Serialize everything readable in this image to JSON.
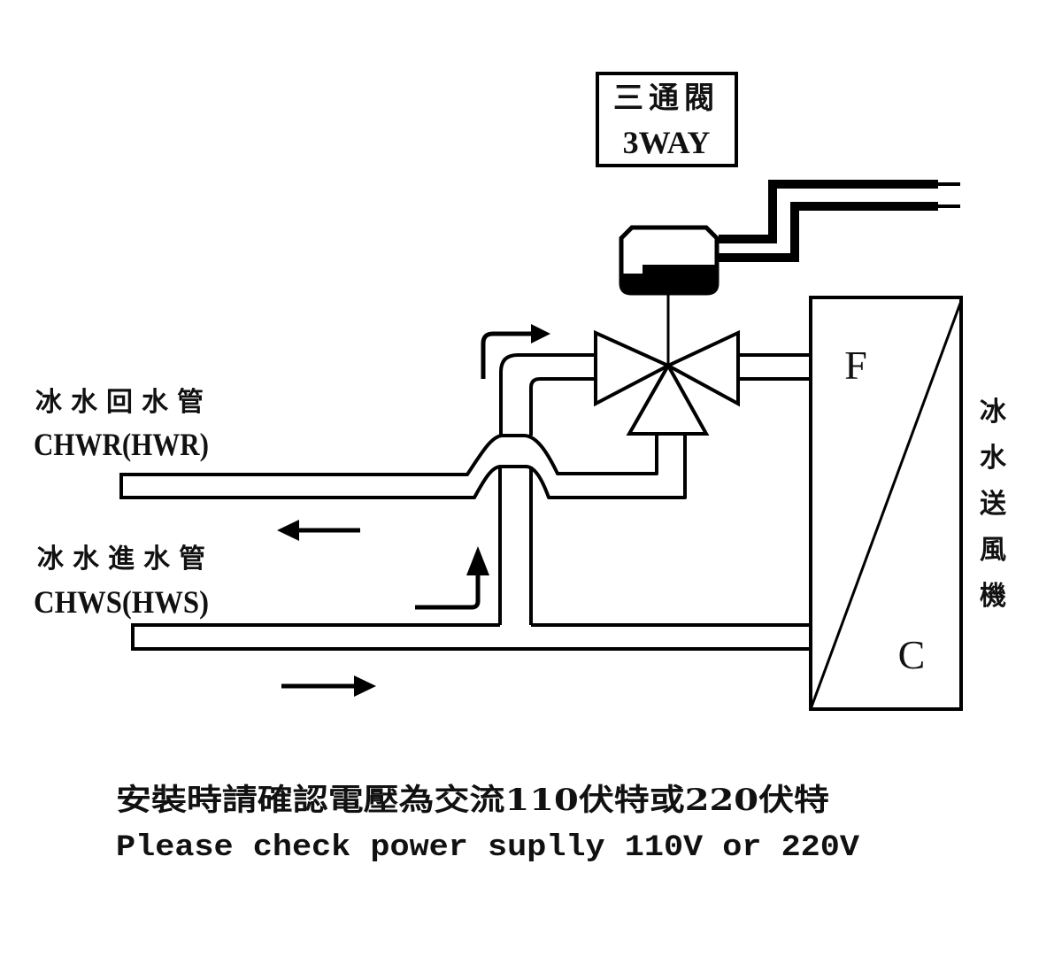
{
  "diagram": {
    "title": "3-way valve fan coil piping diagram",
    "valve_label": {
      "zh": "三通閥",
      "en": "3WAY"
    },
    "return_pipe_label": {
      "zh": "冰水回水管",
      "en": "CHWR(HWR)"
    },
    "supply_pipe_label": {
      "zh": "冰水進水管",
      "en": "CHWS(HWS)"
    },
    "fan_coil_label": [
      "冰",
      "水",
      "送",
      "風",
      "機"
    ],
    "fan_coil_sections": {
      "fan": "F",
      "coil": "C"
    },
    "notes": {
      "zh": "安裝時請確認電壓為交流110伏特或220伏特",
      "en": "Please check power suplly 110V or 220V"
    },
    "flow_directions": {
      "return_pipe": "left",
      "supply_pipe": "right",
      "riser_into_valve": "up-then-right",
      "supply_branch": "right-then-up"
    },
    "colors": {
      "stroke": "#000000",
      "background": "#ffffff"
    }
  }
}
